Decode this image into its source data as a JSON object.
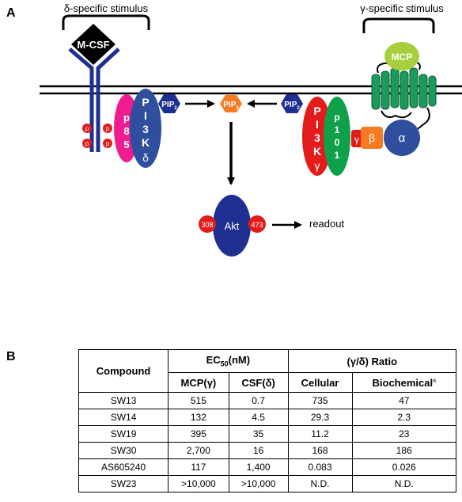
{
  "panels": {
    "a": "A",
    "b": "B"
  },
  "diagram": {
    "delta_stimulus": "δ-specific stimulus",
    "gamma_stimulus": "γ-specific stimulus",
    "mcsf": "M-CSF",
    "mcp": "MCP",
    "p85": [
      "p",
      "8",
      "5"
    ],
    "pi3k_delta": [
      "P",
      "I",
      "3",
      "K",
      "δ"
    ],
    "pi3k_gamma": [
      "P",
      "I",
      "3",
      "K",
      "γ"
    ],
    "p101": [
      "p",
      "1",
      "0",
      "1"
    ],
    "phospho": "p",
    "pip2": "PIP",
    "pip2_sub": "2",
    "pip3": "PIP",
    "pip3_sub": "3",
    "g_gamma": "γ",
    "g_beta": "β",
    "g_alpha": "α",
    "akt": "Akt",
    "site_308": "308",
    "site_473": "473",
    "readout": "readout"
  },
  "colors": {
    "navy": "#1f2f91",
    "pink": "#ee1c8e",
    "red": "#e41b1b",
    "green": "#0fa14a",
    "helix_green": "#1a9a5b",
    "mcp_green": "#a6cf3b",
    "orange": "#f47b20",
    "alpha_blue": "#2f4e9e"
  },
  "table": {
    "compound_header": "Compound",
    "ec50_prefix": "EC",
    "ec50_sub": "50",
    "ec50_suffix": "(nM)",
    "ratio_header": "(γ/δ) Ratio",
    "sub_headers": [
      "MCP(γ)",
      "CSF(δ)",
      "Cellular",
      "Biochemical"
    ],
    "biochemical_note": "a",
    "rows": [
      [
        "SW13",
        "515",
        "0.7",
        "735",
        "47"
      ],
      [
        "SW14",
        "132",
        "4.5",
        "29.3",
        "2.3"
      ],
      [
        "SW19",
        "395",
        "35",
        "11.2",
        "23"
      ],
      [
        "SW30",
        "2,700",
        "16",
        "168",
        "186"
      ],
      [
        "AS605240",
        "117",
        "1,400",
        "0.083",
        "0.026"
      ],
      [
        "SW23",
        ">10,000",
        ">10,000",
        "N.D.",
        "N.D."
      ]
    ]
  }
}
